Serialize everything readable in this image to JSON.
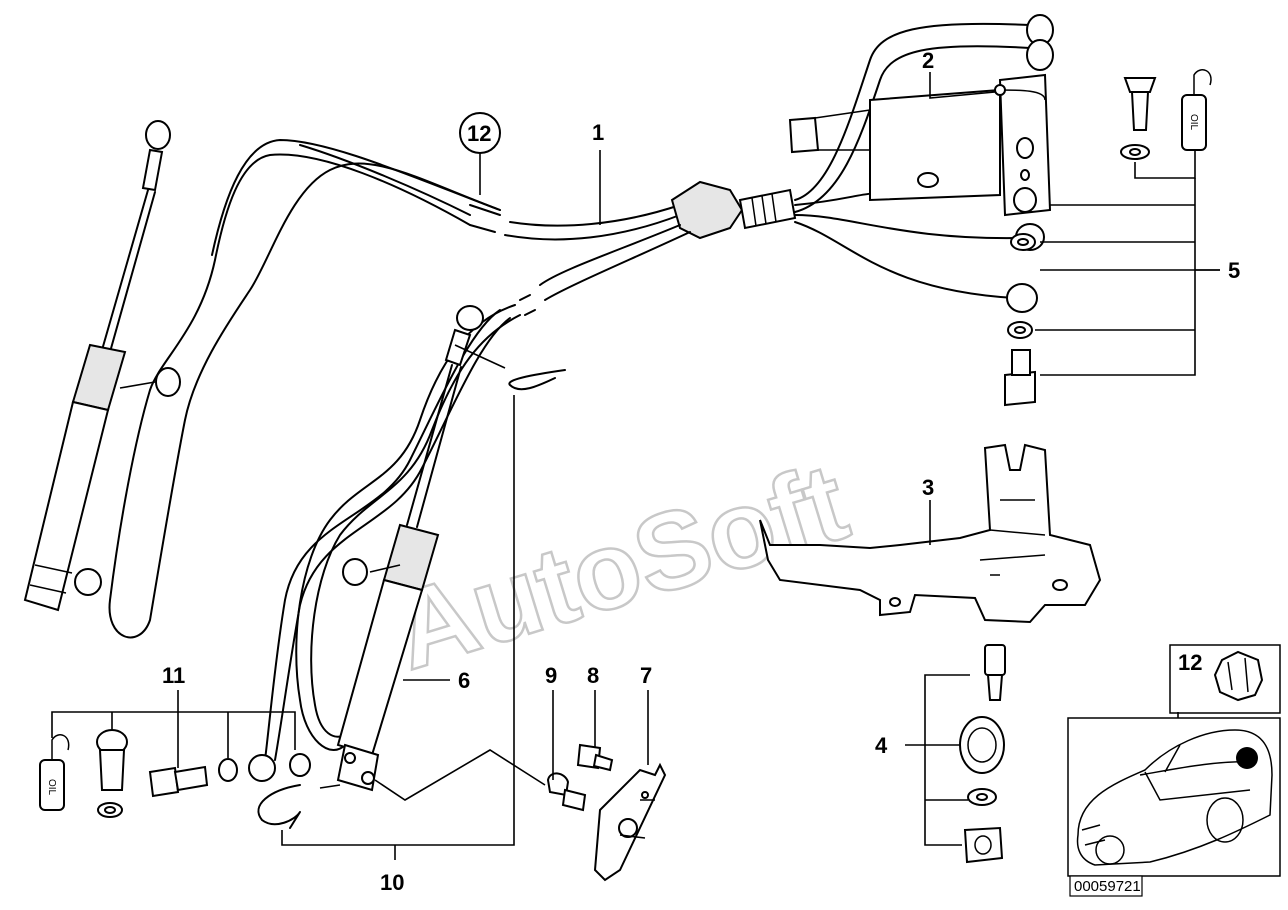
{
  "watermark": "AutoSoft",
  "reference_code": "00059721",
  "callouts": [
    {
      "id": "c1",
      "label": "1"
    },
    {
      "id": "c2",
      "label": "2"
    },
    {
      "id": "c3",
      "label": "3"
    },
    {
      "id": "c4",
      "label": "4"
    },
    {
      "id": "c5",
      "label": "5"
    },
    {
      "id": "c6",
      "label": "6"
    },
    {
      "id": "c7",
      "label": "7"
    },
    {
      "id": "c8",
      "label": "8"
    },
    {
      "id": "c9",
      "label": "9"
    },
    {
      "id": "c10",
      "label": "10"
    },
    {
      "id": "c11",
      "label": "11"
    },
    {
      "id": "c12",
      "label": "12"
    },
    {
      "id": "c12b",
      "label": "12"
    }
  ],
  "oil_tag": "OIL"
}
